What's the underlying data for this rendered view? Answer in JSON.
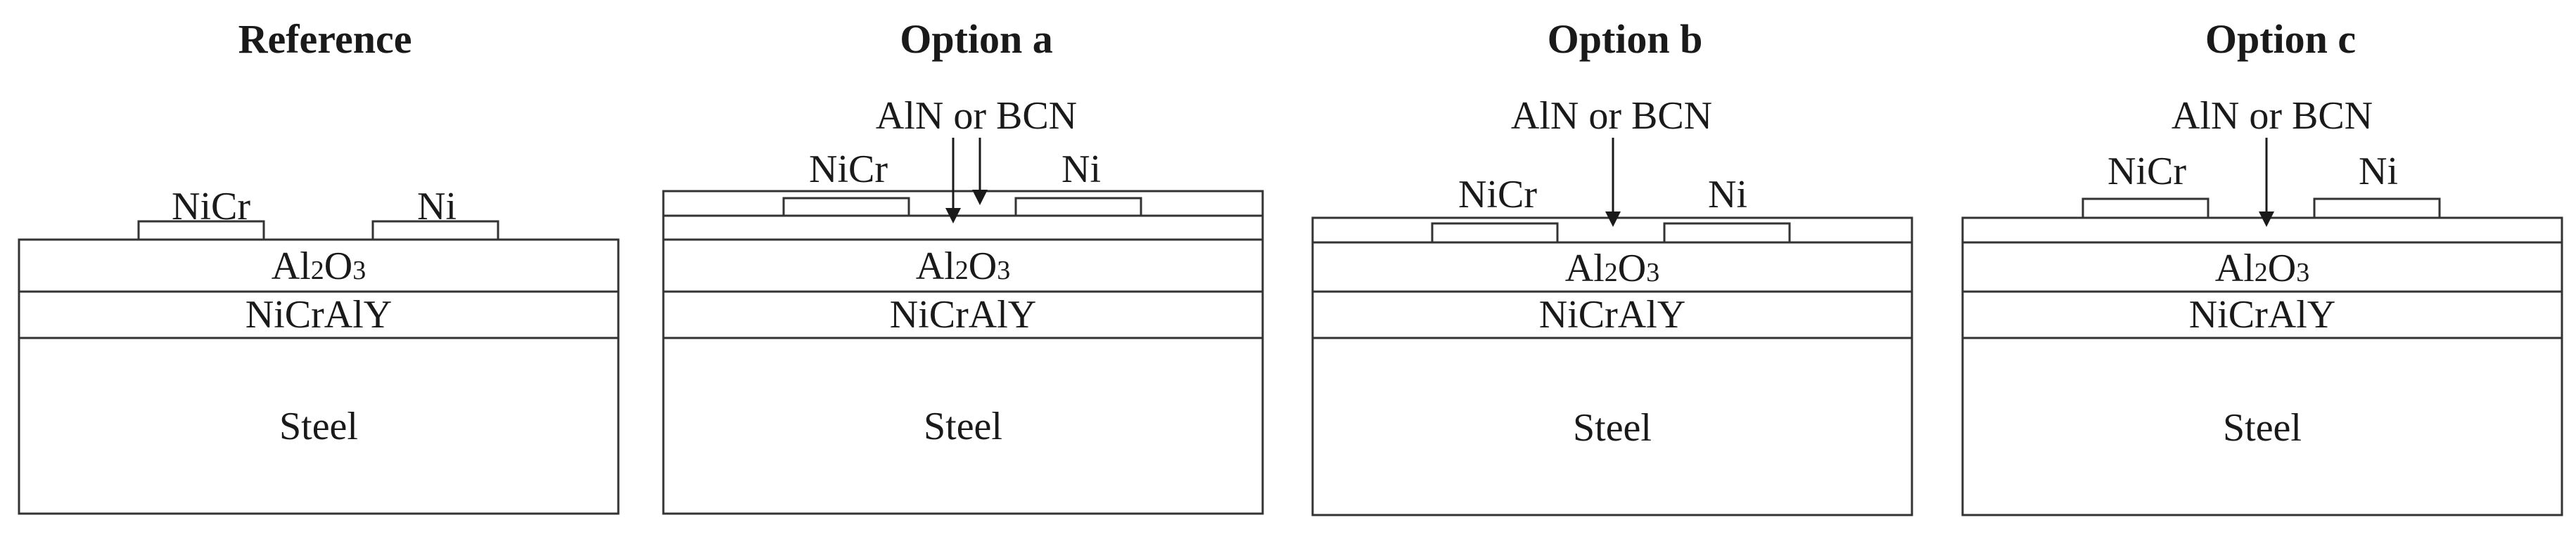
{
  "panels": [
    {
      "title": "Reference",
      "layers": [
        "Al2O3",
        "NiCrAlY",
        "Steel"
      ],
      "electrodes": [
        "NiCr",
        "Ni"
      ]
    },
    {
      "title": "Option a",
      "layers": [
        "Al2O3",
        "NiCrAlY",
        "Steel"
      ],
      "electrodes": [
        "NiCr",
        "Ni"
      ],
      "coating_label": "AlN or BCN"
    },
    {
      "title": "Option b",
      "layers": [
        "Al2O3",
        "NiCrAlY",
        "Steel"
      ],
      "electrodes": [
        "NiCr",
        "Ni"
      ],
      "coating_label": "AlN or BCN"
    },
    {
      "title": "Option c",
      "layers": [
        "Al2O3",
        "NiCrAlY",
        "Steel"
      ],
      "electrodes": [
        "NiCr",
        "Ni"
      ],
      "coating_label": "AlN or BCN"
    }
  ],
  "formula_parts": {
    "al": "Al",
    "sub2": "2",
    "o": "O",
    "sub3": "3"
  }
}
